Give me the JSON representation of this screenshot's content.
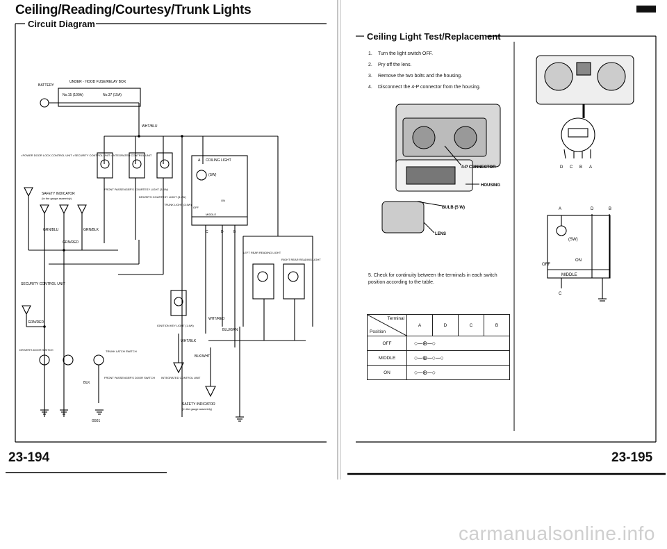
{
  "page": {
    "title": "Ceiling/Reading/Courtesy/Trunk Lights",
    "left_subtitle": "Circuit Diagram",
    "right_subtitle": "Ceiling Light Test/Replacement",
    "page_left": "23-194",
    "page_right": "23-195",
    "watermark": "carmanualsonline.info"
  },
  "steps": [
    {
      "num": "1.",
      "text": "Turn the light switch OFF."
    },
    {
      "num": "2.",
      "text": "Pry off the lens."
    },
    {
      "num": "3.",
      "text": "Remove the two bolts and the housing."
    },
    {
      "num": "4.",
      "text": "Disconnect the 4-P connector from the housing."
    }
  ],
  "step5": {
    "num": "5.",
    "text": "Check for continuity between the terminals in each switch position according to the table."
  },
  "continuity_table": {
    "header_terminal": "Terminal",
    "header_position": "Position",
    "columns": [
      "A",
      "D",
      "C",
      "B"
    ],
    "rows": [
      "OFF",
      "MIDDLE",
      "ON"
    ]
  },
  "diagram_labels": {
    "battery": "BATTERY",
    "fuse_box": "UNDER - HOOD FUSE/RELAY BOX",
    "fuse1": "No.15 (100A)",
    "fuse2": "No.37 (15A)",
    "wht_blu": "WHT/BLU",
    "ceiling_light": "COILING LIGHT",
    "power_list": "• POWER DOOR LOCK CONTROL UNIT • SECURITY CONTROL UNIT • INTEGRATED CONTROL UNIT",
    "safety_indicator": "SAFETY INDICATOR",
    "gauge_assembly": "(In the gauge assembly)",
    "front_courtesy": "FRONT PASSENGER'S COURTESY LIGHT (3.4W)",
    "driver_courtesy": "DRIVER'S COURTESY LIGHT (3.4W)",
    "trunk_light": "TRUNK LIGHT (3.4W)",
    "left_reading": "LEFT REAR READING LIGHT",
    "right_reading": "RIGHT REAR READING LIGHT",
    "ignition_key": "IGNITION KEY LIGHT (1.4W)",
    "security_unit": "SECURITY CONTROL UNIT",
    "driver_door_switch": "DRIVER'S DOOR SWITCH",
    "trunk_latch_switch": "TRUNK LATCH SWITCH",
    "front_door_switch": "FRONT PASSENGER'S DOOR SWITCH",
    "integrated_unit": "INTEGRATED CONTROL UNIT",
    "safety_indicator2": "SAFETY INDICATOR",
    "gauge_assembly2": "(In the gauge assembly)",
    "g501": "G501",
    "grn_blu": "GRN/BLU",
    "grn_red": "GRN/RED",
    "grn_blk": "GRN/BLK",
    "wht_red": "WHT/RED",
    "blu_grn": "BLU/GRN",
    "wht_blk": "WHT/BLK",
    "blk_wht": "BLK/WHT",
    "blk": "BLK",
    "sw": "(SW)",
    "off": "OFF",
    "on": "ON",
    "middle": "MIDDLE",
    "term_c": "C",
    "term_d": "D",
    "term_b": "B",
    "term_a": "A"
  },
  "photo_labels": {
    "connector": "4-P CONNECTOR",
    "housing": "HOUSING",
    "bulb": "BULB (5 W)",
    "lens": "LENS"
  },
  "switch_diagram": {
    "pins": [
      "D",
      "C",
      "B",
      "A"
    ],
    "top_a": "A",
    "top_d": "D",
    "top_b": "B",
    "sw": "(SW)",
    "off": "OFF",
    "on": "ON",
    "middle": "MIDDLE",
    "c": "C"
  }
}
